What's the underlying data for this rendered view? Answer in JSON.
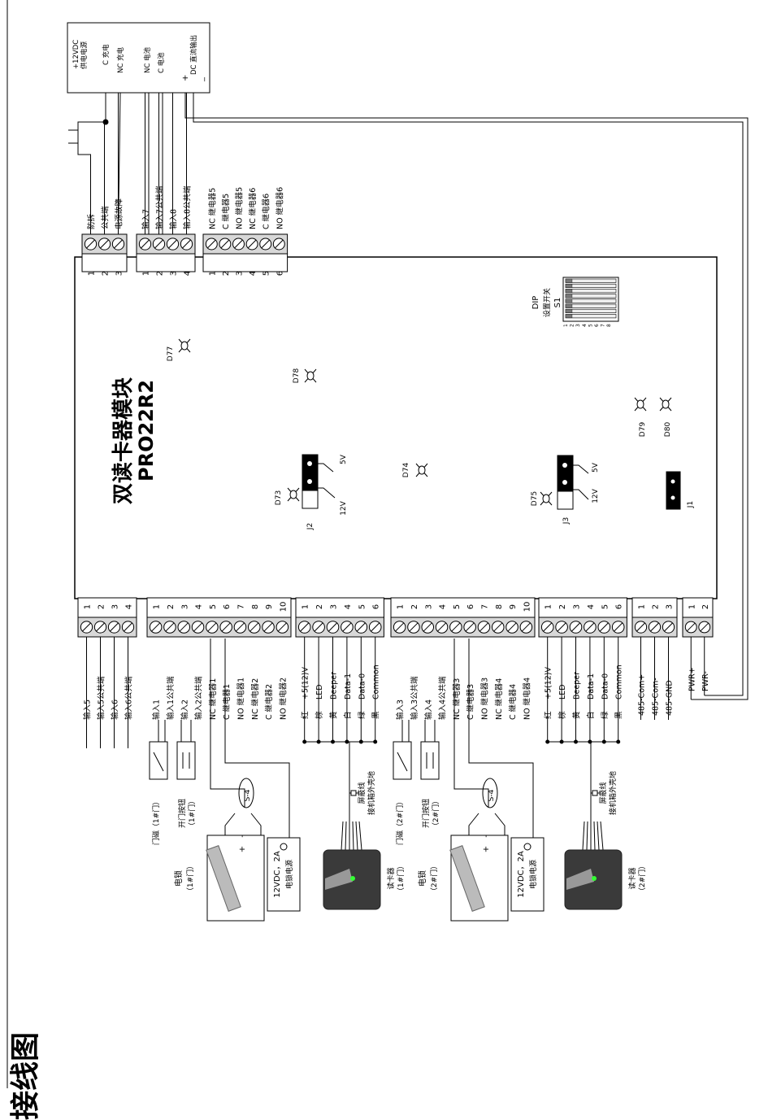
{
  "page_heading": "接线图",
  "board": {
    "title_cn": "双读卡器模块",
    "title_model": "PRO22R2",
    "dip": {
      "label": "DIP",
      "sub1": "设置开关",
      "sub2": "S1",
      "numbers": [
        "1",
        "2",
        "3",
        "4",
        "5",
        "6",
        "7",
        "8"
      ]
    },
    "leds": [
      "D77",
      "D78",
      "D73",
      "D74",
      "D75",
      "D79",
      "D80"
    ],
    "j2": {
      "name": "J2",
      "v5": "5V",
      "v12": "12V"
    },
    "j3": {
      "name": "J3",
      "v5": "5V",
      "v12": "12V"
    },
    "j1": "J1"
  },
  "power": {
    "lines": [
      "+12VDC",
      "供电电源",
      "C  充电",
      "NC 充电",
      "NC 电池",
      "C  电池",
      "DC 直流输出"
    ],
    "plus": "+",
    "minus": "_"
  },
  "top_blocks": {
    "b1": {
      "pins": [
        "1",
        "2",
        "3"
      ],
      "labels": [
        "防拆",
        "公共端",
        "电源故障"
      ]
    },
    "b2": {
      "pins": [
        "1",
        "2",
        "3",
        "4"
      ],
      "labels": [
        "输入7",
        "输入7公共端",
        "输入8",
        "输入8公共端"
      ]
    },
    "b3": {
      "pins": [
        "1",
        "2",
        "3",
        "4",
        "5",
        "6"
      ],
      "labels": [
        "NC 继电器5",
        "C  继电器5",
        "NO 继电器5",
        "NC 继电器6",
        "C  继电器6",
        "NO 继电器6"
      ]
    }
  },
  "bottom_blocks": {
    "in1": {
      "pins": [
        "1",
        "2",
        "3",
        "4"
      ],
      "labels": [
        "输入5",
        "输入5公共端",
        "输入6",
        "输入6公共端"
      ]
    },
    "door1": {
      "pins": [
        "1",
        "2",
        "3",
        "4",
        "5",
        "6",
        "7",
        "8",
        "9",
        "10"
      ],
      "labels": [
        "输入1",
        "输入1公共端",
        "输入2",
        "输入2公共端",
        "NC 继电器1",
        "C  继电器1",
        "NO 继电器1",
        "NC 继电器2",
        "C  继电器2",
        "NO 继电器2"
      ]
    },
    "reader1": {
      "pins": [
        "1",
        "2",
        "3",
        "4",
        "5",
        "6"
      ],
      "labels": [
        "+5(12)V",
        "LED",
        "Beeper",
        "Data-1",
        "Data-0",
        "Common"
      ],
      "colors": [
        "红",
        "棕",
        "黄",
        "白",
        "绿",
        "黑"
      ]
    },
    "door2": {
      "pins": [
        "1",
        "2",
        "3",
        "4",
        "5",
        "6",
        "7",
        "8",
        "9",
        "10"
      ],
      "labels": [
        "输入3",
        "输入3公共端",
        "输入4",
        "输入4公共端",
        "NC 继电器3",
        "C  继电器3",
        "NO 继电器3",
        "NC 继电器4",
        "C  继电器4",
        "NO 继电器4"
      ]
    },
    "reader2": {
      "pins": [
        "1",
        "2",
        "3",
        "4",
        "5",
        "6"
      ],
      "labels": [
        "+5(12)V",
        "LED",
        "Beeper",
        "Data-1",
        "Data-0",
        "Common"
      ],
      "colors": [
        "红",
        "棕",
        "黄",
        "白",
        "绿",
        "黑"
      ]
    },
    "rs485": {
      "pins": [
        "1",
        "2",
        "3"
      ],
      "labels": [
        "485-Com+",
        "485-Com-",
        "485-GND"
      ]
    },
    "pwr": {
      "pins": [
        "1",
        "2"
      ],
      "labels": [
        "PWR+",
        "PWR-"
      ]
    }
  },
  "peripherals": {
    "door1": {
      "sensor": "门磁（1#门）",
      "button": "开门按钮",
      "button_sub": "（1#门）",
      "lock": "电锁",
      "lock_sub": "（1#门）",
      "psu": "12VDC，2A",
      "psu_sub": "电锁电源",
      "diode": "S-4",
      "plus": "+",
      "minus": "-"
    },
    "reader1": {
      "name": "读卡器",
      "sub": "（1#门）",
      "shield": "屏蔽线",
      "shield_sub": "接机箱外壳地"
    },
    "door2": {
      "sensor": "门磁（2#门）",
      "button": "开门按钮",
      "button_sub": "（2#门）",
      "lock": "电锁",
      "lock_sub": "（2#门）",
      "psu": "12VDC，2A",
      "psu_sub": "电锁电源",
      "diode": "S-4",
      "plus": "+",
      "minus": "-"
    },
    "reader2": {
      "name": "读卡器",
      "sub": "（2#门）",
      "shield": "屏蔽线",
      "shield_sub": "接机箱外壳地"
    }
  }
}
